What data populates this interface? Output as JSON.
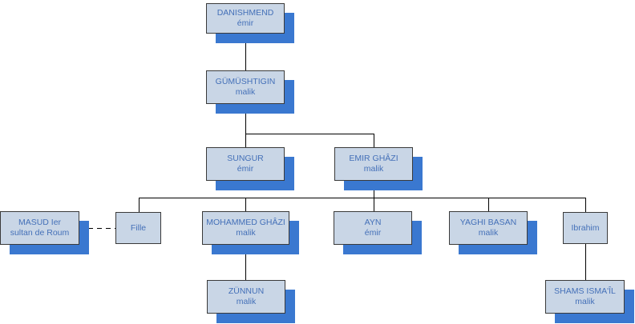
{
  "colors": {
    "box_fill": "#c9d6e6",
    "shadow": "#3a78d0",
    "text": "#4470b8",
    "line": "#000000"
  },
  "nodes": [
    {
      "id": "danishmend",
      "name": "DANISHMEND",
      "title": "émir",
      "shadow": true
    },
    {
      "id": "gumushtigin",
      "name": "GÜMÜSHTIGIN",
      "title": "malik",
      "shadow": true
    },
    {
      "id": "sungur",
      "name": "SUNGUR",
      "title": "émir",
      "shadow": true
    },
    {
      "id": "emir-ghazi",
      "name": "EMIR GHÂZI",
      "title": "malik",
      "shadow": true
    },
    {
      "id": "masud",
      "name": "MASUD Ier",
      "title": "sultan de Roum",
      "shadow": true
    },
    {
      "id": "fille",
      "name": "Fille",
      "title": "",
      "shadow": false
    },
    {
      "id": "mohammed-ghazi",
      "name": "MOHAMMED GHÂZI",
      "title": "malik",
      "shadow": true
    },
    {
      "id": "ayn",
      "name": "AYN",
      "title": "émir",
      "shadow": true
    },
    {
      "id": "yaghi-basan",
      "name": "YAGHI BASAN",
      "title": "malik",
      "shadow": true
    },
    {
      "id": "ibrahim",
      "name": "Ibrahim",
      "title": "",
      "shadow": false
    },
    {
      "id": "zunnun",
      "name": "ZÜNNUN",
      "title": "malik",
      "shadow": true
    },
    {
      "id": "shams-ismail",
      "name": "SHAMS ISMA'ÎL",
      "title": "malik",
      "shadow": true
    }
  ]
}
